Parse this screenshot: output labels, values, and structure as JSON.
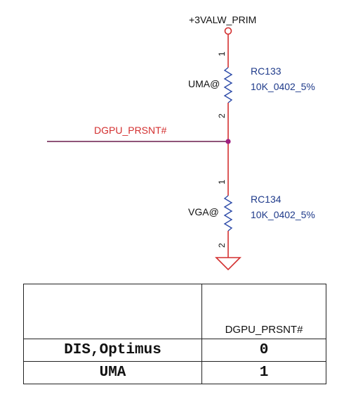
{
  "schematic": {
    "power_rail": "+3VALW_PRIM",
    "net_label": "DGPU_PRSNT#",
    "resistors": [
      {
        "ref": "RC133",
        "value": "10K_0402_5%",
        "option": "UMA@",
        "pin_top": "1",
        "pin_bottom": "2"
      },
      {
        "ref": "RC134",
        "value": "10K_0402_5%",
        "option": "VGA@",
        "pin_top": "1",
        "pin_bottom": "2"
      }
    ],
    "colors": {
      "wire": "#6a1b4d",
      "resistor": "#2c4aa8",
      "power": "#d32f2f",
      "net_label": "#d32f2f",
      "ref_text": "#1e3a8a",
      "junction": "#a02080"
    }
  },
  "table": {
    "header_blank": "",
    "header_signal": "DGPU_PRSNT#",
    "rows": [
      {
        "mode": "DIS,Optimus",
        "value": "0"
      },
      {
        "mode": "UMA",
        "value": "1"
      }
    ]
  }
}
